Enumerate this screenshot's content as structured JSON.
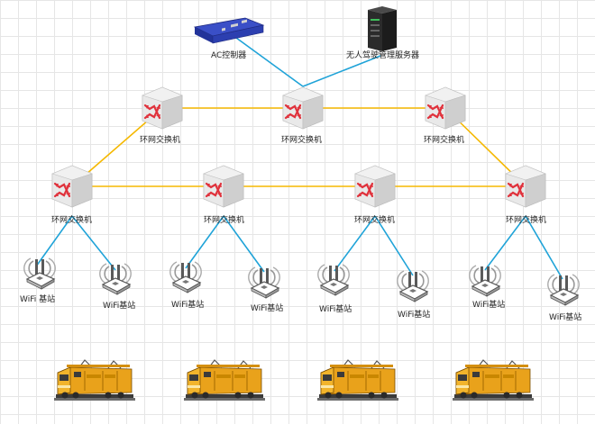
{
  "nodes": {
    "ac_controller": {
      "label": "AC控制器"
    },
    "server": {
      "label": "无人驾驶管理服务器"
    },
    "switch_top_left": {
      "label": "环网交换机"
    },
    "switch_top_center": {
      "label": "环网交换机"
    },
    "switch_top_right": {
      "label": "环网交换机"
    },
    "switch_mid_1": {
      "label": "环网交换机"
    },
    "switch_mid_2": {
      "label": "环网交换机"
    },
    "switch_mid_3": {
      "label": "环网交换机"
    },
    "switch_mid_4": {
      "label": "环网交换机"
    }
  },
  "base_stations": [
    {
      "label": "WiFi 基站"
    },
    {
      "label": "WiFi基站"
    },
    {
      "label": "WiFi基站"
    },
    {
      "label": "WiFi基站"
    },
    {
      "label": "WiFi基站"
    },
    {
      "label": "WiFi基站"
    },
    {
      "label": "WiFi基站"
    },
    {
      "label": "WiFi基站"
    }
  ],
  "colors": {
    "ring_link": "#f5b800",
    "access_link": "#1fa3d8",
    "switch_body": "#e4e4e4",
    "switch_arrows": "#e0323c",
    "locomotive_body": "#e9a21b"
  },
  "icons": {
    "switch": "ring-switch-icon",
    "ac": "ac-controller-icon",
    "server": "server-icon",
    "base_station": "wifi-base-station-icon",
    "vehicle": "locomotive-icon"
  }
}
